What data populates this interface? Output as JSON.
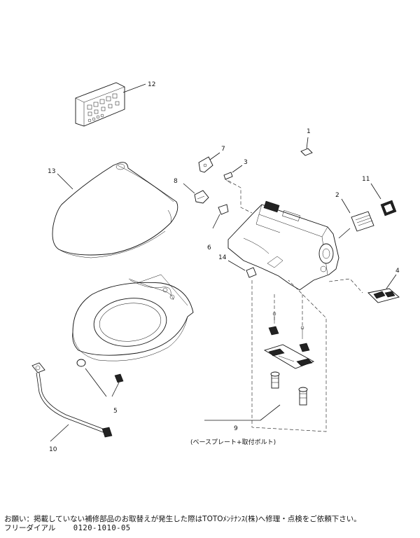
{
  "callouts": {
    "c1": "1",
    "c2": "2",
    "c3": "3",
    "c4": "4",
    "c5": "5",
    "c6": "6",
    "c7": "7",
    "c8": "8",
    "c9": "9",
    "c10": "10",
    "c11": "11",
    "c12": "12",
    "c13": "13",
    "c14": "14"
  },
  "base_plate_caption": "(ベースプレート+取付ボルト)",
  "footer": {
    "notice": "お願い：掲載していない補修部品のお取替えが発生した際はTOTOﾒﾝﾃﾅﾝｽ(株)へ修理・点検をご依頼下さい。",
    "dial_label": "フリーダイアル",
    "dial_number": "0120-1010-05"
  }
}
